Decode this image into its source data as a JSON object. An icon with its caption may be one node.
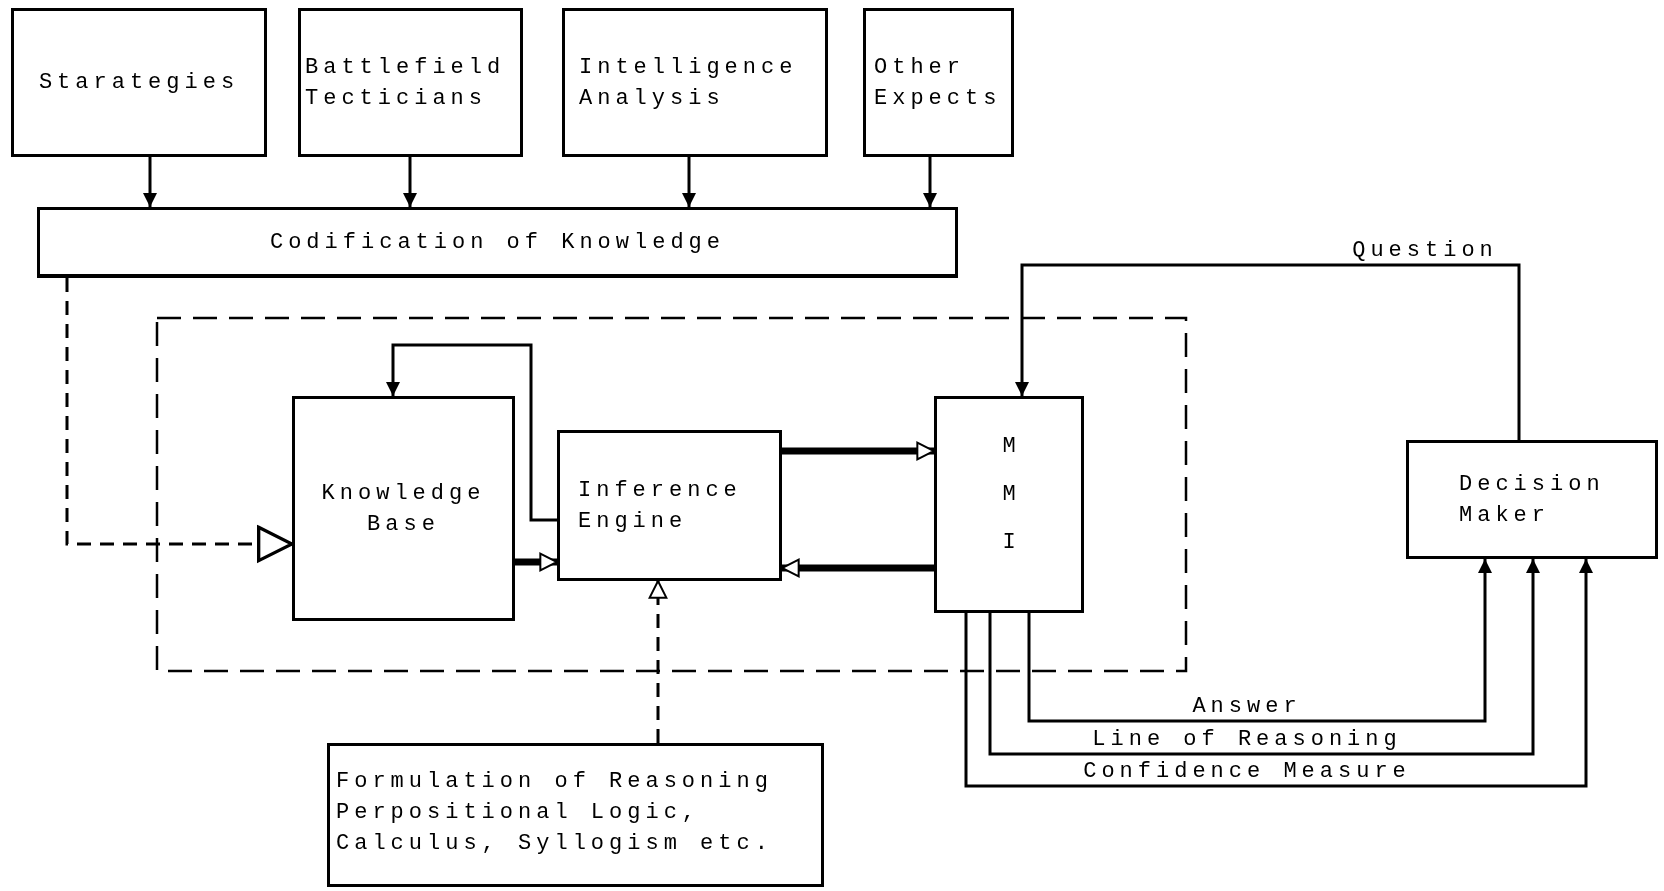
{
  "diagram": {
    "nodes": [
      {
        "text": [
          "Starategies"
        ]
      },
      {
        "text": [
          "Battlefield Tecticians"
        ]
      },
      {
        "text": [
          "Intelligence Analysis"
        ]
      },
      {
        "text": [
          "Other Expects"
        ]
      },
      {
        "text": [
          "Codification of Knowledge"
        ]
      },
      {
        "text": [
          "Knowledge Base"
        ]
      },
      {
        "text": [
          "Inference Engine"
        ]
      },
      {
        "text": [
          "M M I"
        ]
      },
      {
        "text": [
          "Decision Maker"
        ]
      },
      {
        "text": [
          "Formulation of Reasoning Perpositional Logic, Calculus, Syllogism etc."
        ]
      }
    ],
    "edges": [
      {
        "from": 0,
        "to": 4,
        "arrow": "to"
      },
      {
        "from": 1,
        "to": 4,
        "arrow": "to"
      },
      {
        "from": 2,
        "to": 4,
        "arrow": "to"
      },
      {
        "from": 3,
        "to": 4,
        "arrow": "to"
      },
      {
        "from": 4,
        "to": 5,
        "arrow": "to",
        "style": "dashed"
      },
      {
        "from": 6,
        "to": 5,
        "arrow": "to"
      },
      {
        "from": 5,
        "to": 6,
        "arrow": "to",
        "style": "thick"
      },
      {
        "from": 9,
        "to": 6,
        "arrow": "to",
        "style": "dashed"
      },
      {
        "from": 6,
        "to": 7,
        "arrow": "to",
        "style": "thick"
      },
      {
        "from": 7,
        "to": 6,
        "arrow": "to",
        "style": "thick"
      },
      {
        "from": 8,
        "to": 7,
        "arrow": "to",
        "label": "Question"
      },
      {
        "from": 7,
        "to": 8,
        "arrow": "to",
        "label": "Answer"
      },
      {
        "from": 7,
        "to": 8,
        "arrow": "to",
        "label": "Line of Reasoning"
      },
      {
        "from": 7,
        "to": 8,
        "arrow": "to",
        "label": "Confidence Measure"
      }
    ]
  }
}
